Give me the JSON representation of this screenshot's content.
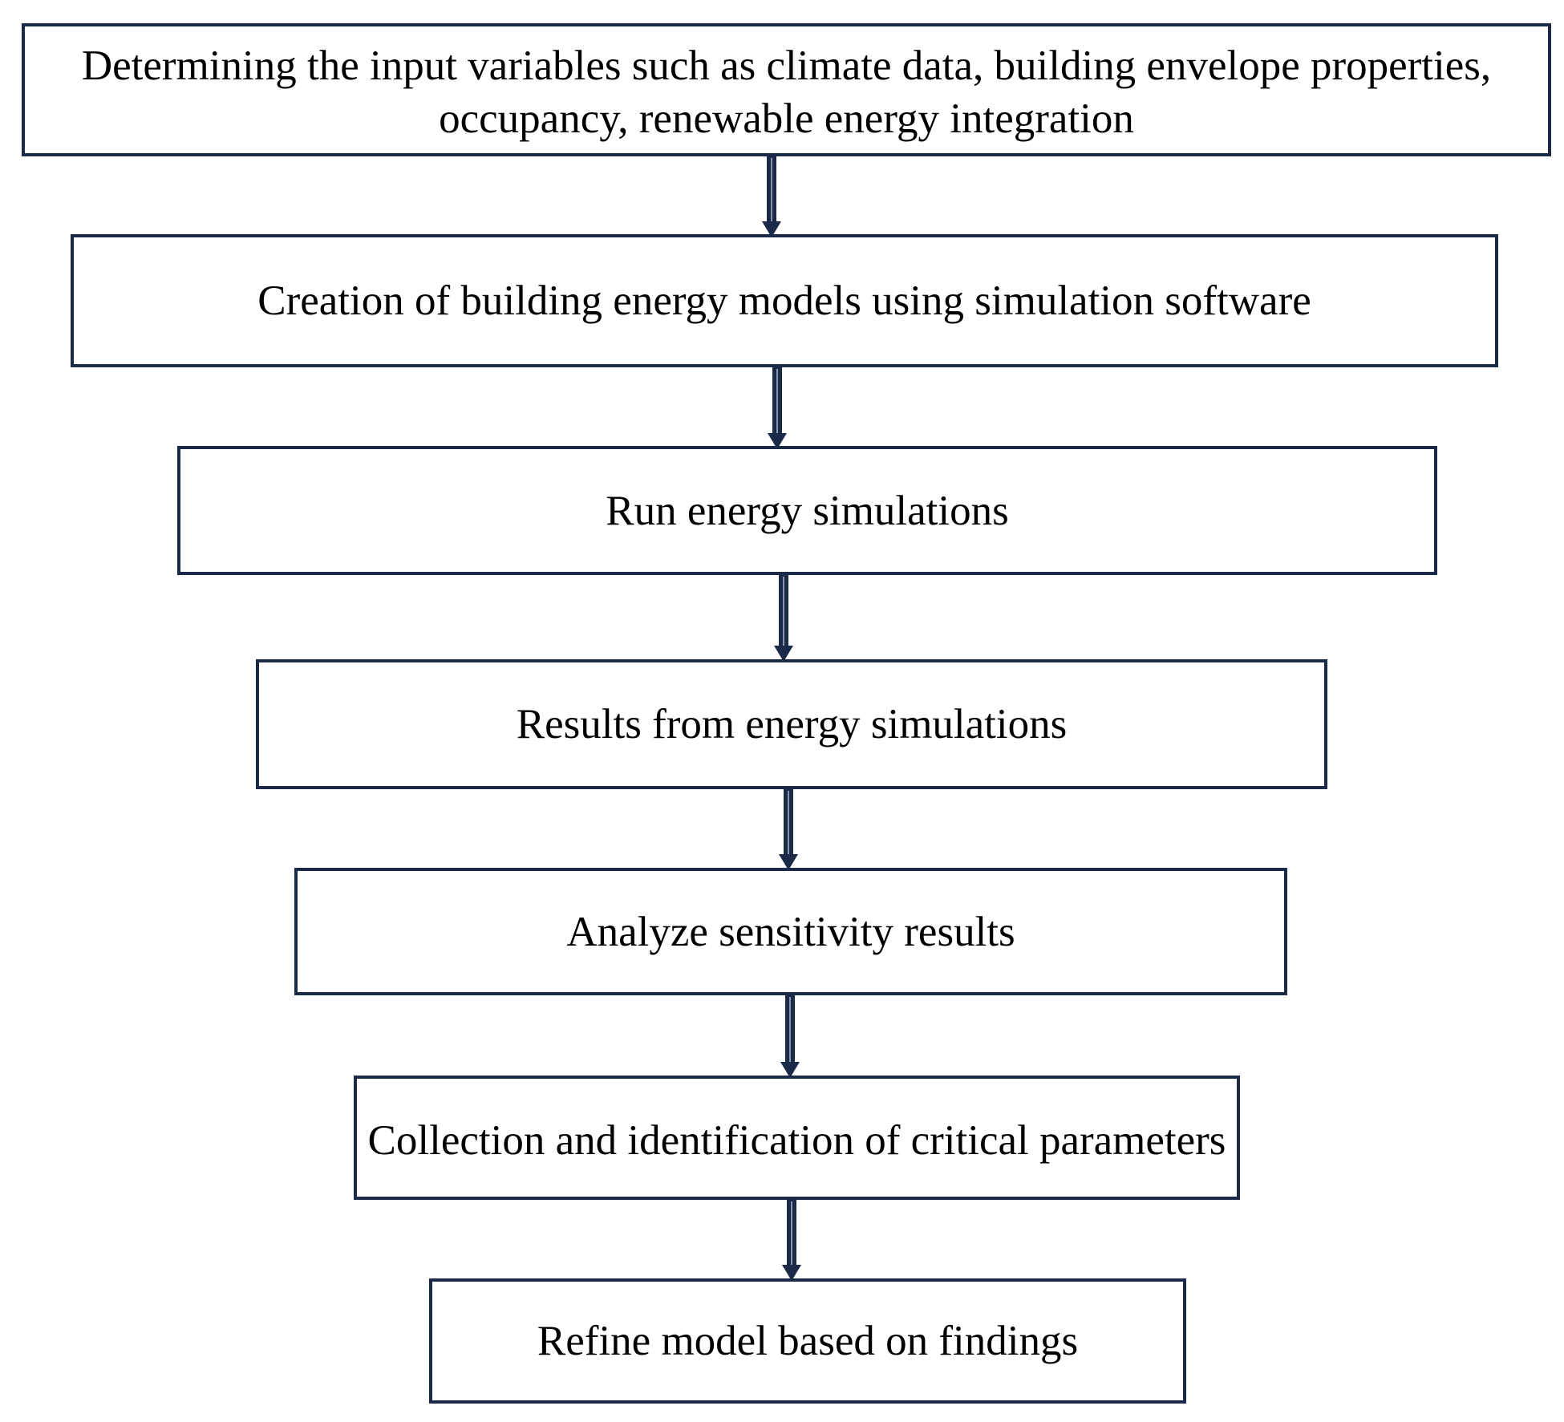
{
  "diagram": {
    "steps": [
      {
        "label": "Determining the input variables such as climate data, building envelope properties, occupancy, renewable energy integration"
      },
      {
        "label": "Creation of building energy models using simulation software"
      },
      {
        "label": "Run energy simulations"
      },
      {
        "label": "Results from energy simulations"
      },
      {
        "label": "Analyze sensitivity results"
      },
      {
        "label": "Collection and identification of critical parameters"
      },
      {
        "label": "Refine model based on findings"
      }
    ],
    "colors": {
      "box_border": "#1c2a4a",
      "arrow": "#1c2a4a",
      "arrow_highlight": "#8a94a8",
      "text": "#000000",
      "background": "#ffffff"
    }
  }
}
